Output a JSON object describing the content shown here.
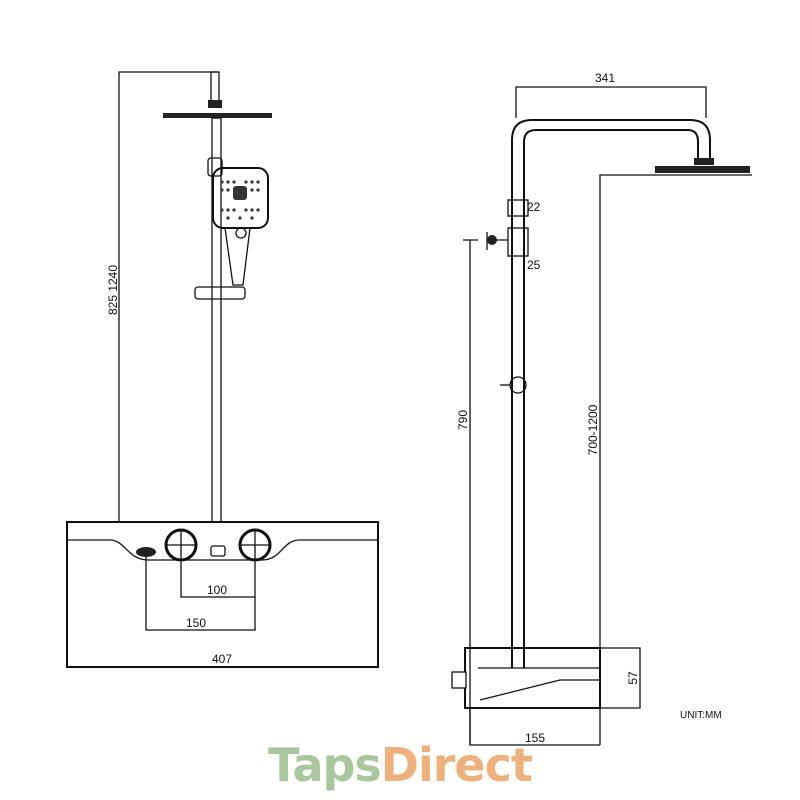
{
  "front_view": {
    "height_label": "825 1240",
    "knob_spacing": "100",
    "button_spacing": "150",
    "width": "407"
  },
  "side_view": {
    "arm_length": "341",
    "dim_22": "22",
    "dim_25": "25",
    "diverter_height": "790",
    "riser_range": "700-1200",
    "body_depth": "57",
    "body_width": "155",
    "unit": "UNIT:MM"
  },
  "logo": {
    "part1": "Taps",
    "part2": "Direct",
    "colors": {
      "taps": "#a9c79c",
      "direct": "#efb17b"
    }
  }
}
